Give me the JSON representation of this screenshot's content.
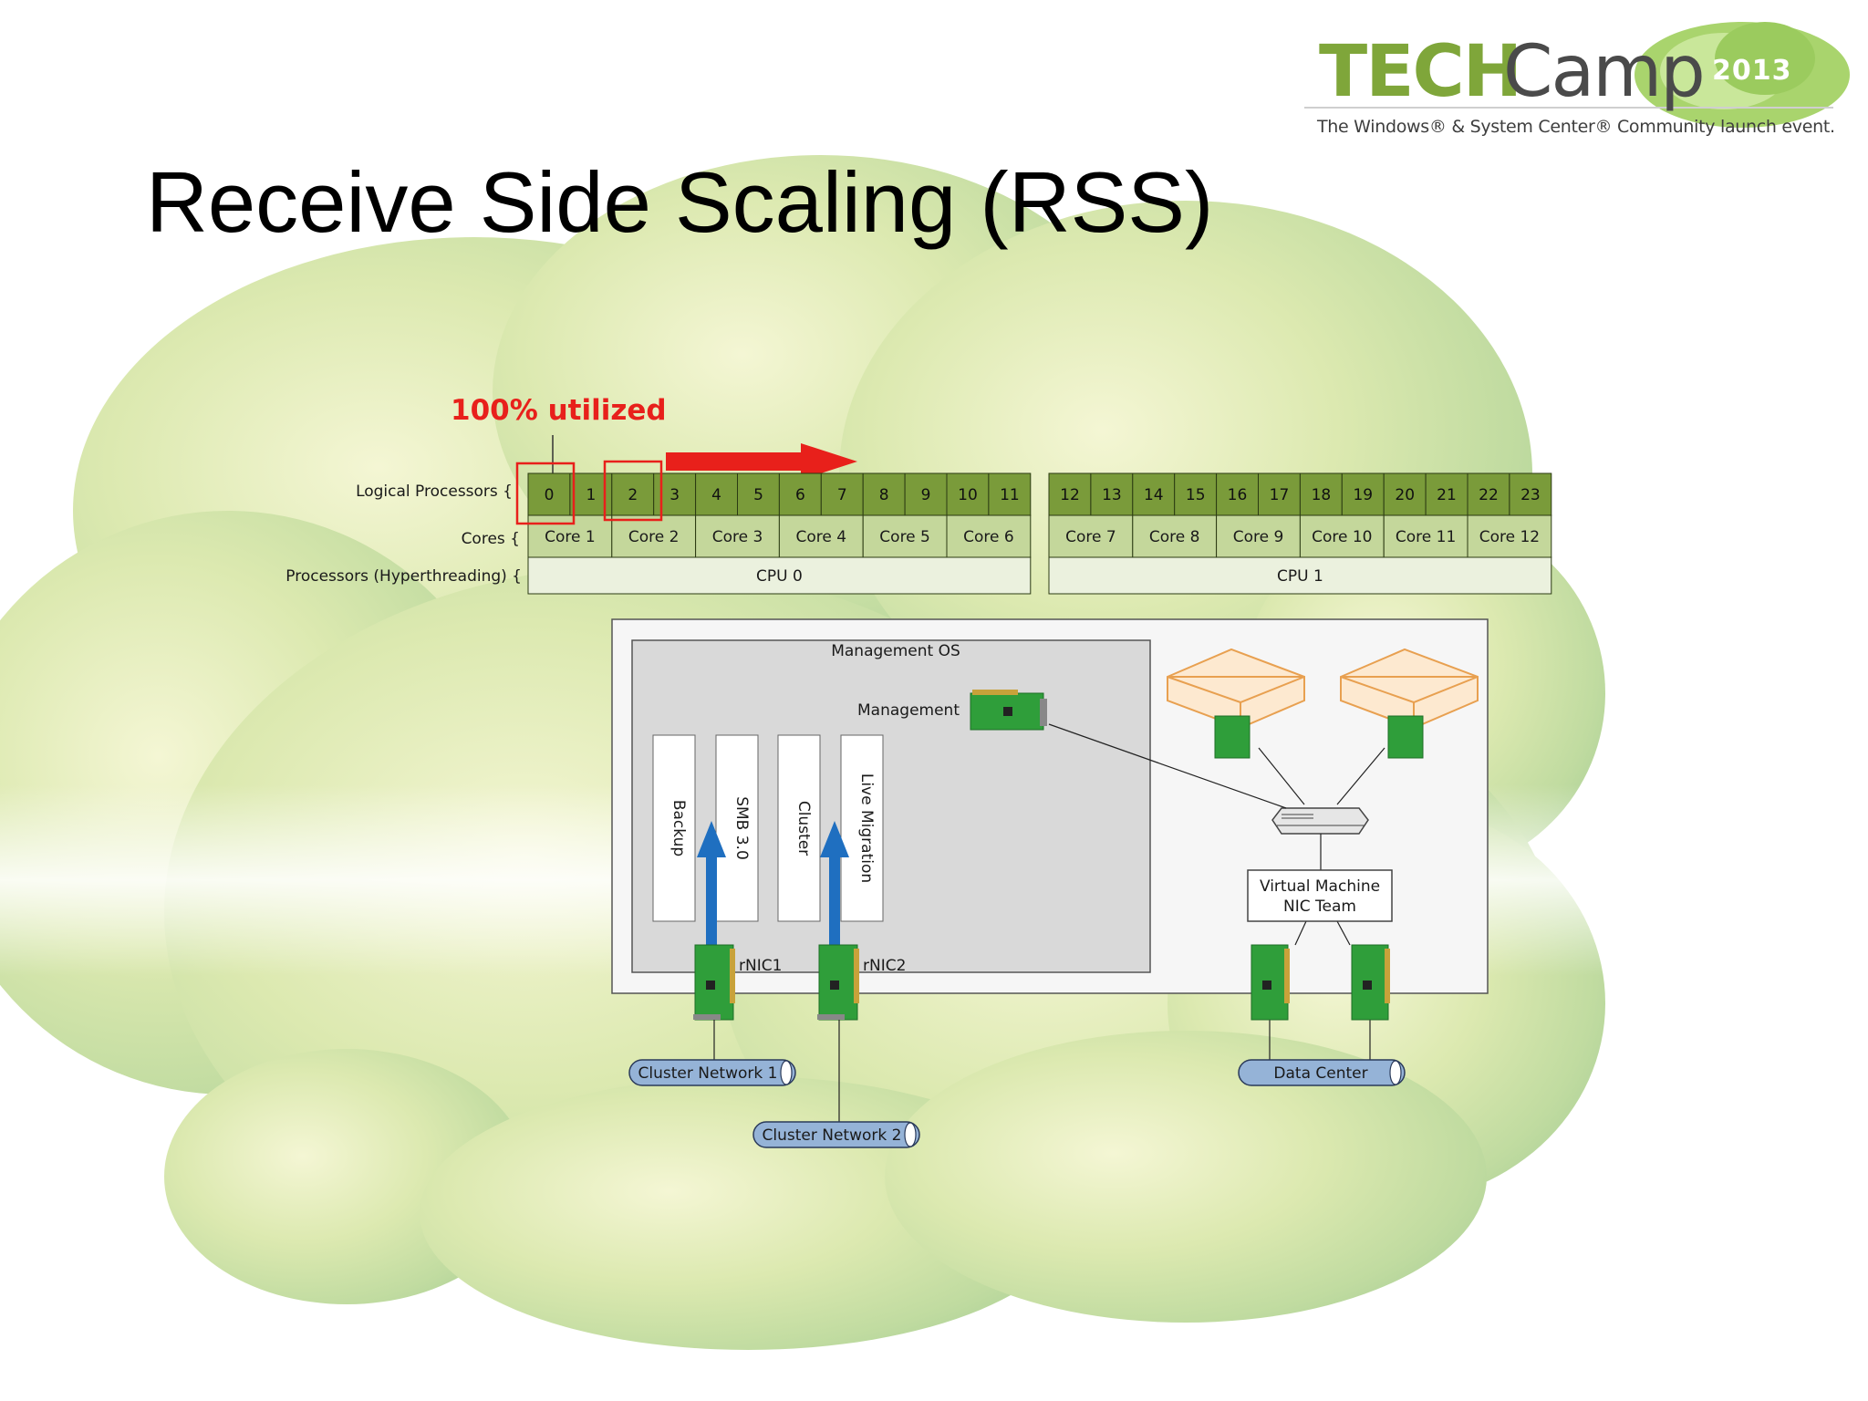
{
  "logo": {
    "word_a": "TECH",
    "word_b": "Camp",
    "year": "2013",
    "tagline": "The Windows® & System Center® Community launch event."
  },
  "title": "Receive Side Scaling (RSS)",
  "annotation": "100% utilized",
  "row_labels": {
    "logical": "Logical Processors {",
    "cores": "Cores {",
    "processors": "Processors (Hyperthreading) {"
  },
  "cpus": [
    {
      "name": "CPU 0",
      "logical": [
        "0",
        "1",
        "2",
        "3",
        "4",
        "5",
        "6",
        "7",
        "8",
        "9",
        "10",
        "11"
      ],
      "cores": [
        "Core 1",
        "Core 2",
        "Core 3",
        "Core 4",
        "Core 5",
        "Core 6"
      ]
    },
    {
      "name": "CPU 1",
      "logical": [
        "12",
        "13",
        "14",
        "15",
        "16",
        "17",
        "18",
        "19",
        "20",
        "21",
        "22",
        "23"
      ],
      "cores": [
        "Core 7",
        "Core 8",
        "Core 9",
        "Core 10",
        "Core 11",
        "Core 12"
      ]
    }
  ],
  "host": {
    "mgmt_os": "Management OS",
    "management": "Management",
    "vnics": [
      "Backup",
      "SMB 3.0",
      "Cluster",
      "Live Migration"
    ],
    "rnics": [
      "rNIC1",
      "rNIC2"
    ],
    "nic_team": [
      "Virtual Machine",
      "NIC Team"
    ]
  },
  "networks": [
    "Cluster Network 1",
    "Cluster Network 2",
    "Data Center"
  ],
  "colors": {
    "logical_cell": "#7a9b3a",
    "core_cell": "#c4d79b",
    "cpu_cell": "#ebf1de",
    "highlight": "#e8201b",
    "arrow": "#1f6fc0",
    "nic_green": "#2f9e3a",
    "network_pill": "#95b3d7"
  }
}
